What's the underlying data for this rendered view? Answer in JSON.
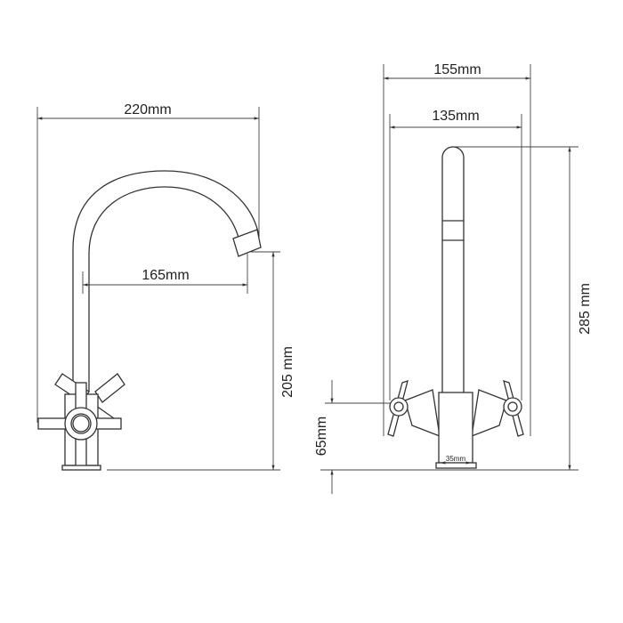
{
  "side_view": {
    "width_overall": "220mm",
    "spout_reach": "165mm",
    "spout_height": "205 mm"
  },
  "front_view": {
    "width_overall": "155mm",
    "handle_span": "135mm",
    "total_height": "285 mm",
    "handle_height": "65mm",
    "base_width": "35mm"
  }
}
